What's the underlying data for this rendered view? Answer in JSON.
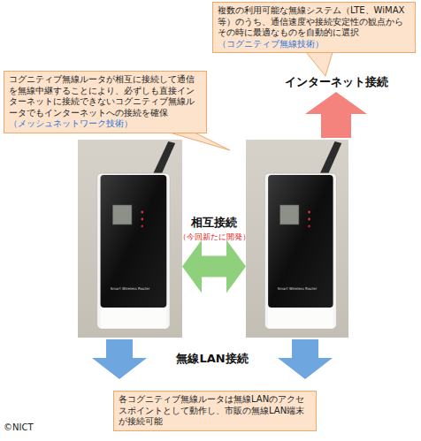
{
  "diagram": {
    "nodes": [
      {
        "text": [
          "複数の利用可能な無線システム（LTE、WiMAX等）のうち、通信速度や接続安定性の観点からその時に最適なものを自動的に選択",
          "（コグニティブ無線技術）"
        ]
      },
      {
        "text": [
          "コグニティブ無線ルータが相互に接続して通信を無線中継することにより、必ずしも直接インターネットに接続できないコグニティブ無線ルータでもインターネットへの接続を確保",
          "（メッシュネットワーク技術）"
        ]
      },
      {
        "text": [
          "Smart Wireless Router"
        ]
      },
      {
        "text": [
          "Smart Wireless Router"
        ]
      },
      {
        "text": [
          "各コグニティブ無線ルータは無線LANのアクセスポイントとして動作し、市販の無線LAN端末が接続可能"
        ]
      }
    ],
    "edges": [
      {
        "from": 2,
        "to": 3,
        "arrow": "both",
        "label": "相互接続"
      }
    ],
    "labels": [
      "インターネット接続",
      "（今回新たに開発）",
      "無線LAN接続",
      "©NICT"
    ]
  }
}
